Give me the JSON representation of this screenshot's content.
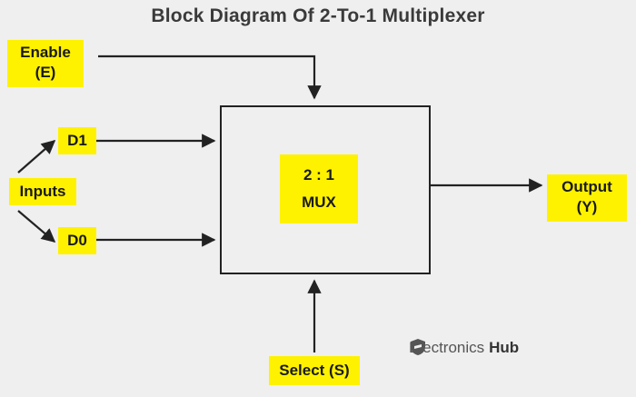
{
  "title": "Block Diagram Of 2-To-1 Multiplexer",
  "enable": {
    "line1": "Enable",
    "line2": "(E)"
  },
  "inputs_label": "Inputs",
  "d1_label": "D1",
  "d0_label": "D0",
  "mux": {
    "line1": "2 : 1",
    "line2": "MUX"
  },
  "output": {
    "line1": "Output",
    "line2": "(Y)"
  },
  "select_label": "Select (S)",
  "brand": {
    "part1": "Electronics",
    "part2": "Hub"
  },
  "colors": {
    "highlight": "#fff200",
    "background": "#efefef",
    "line": "#222222",
    "title": "#3a3a3a"
  }
}
